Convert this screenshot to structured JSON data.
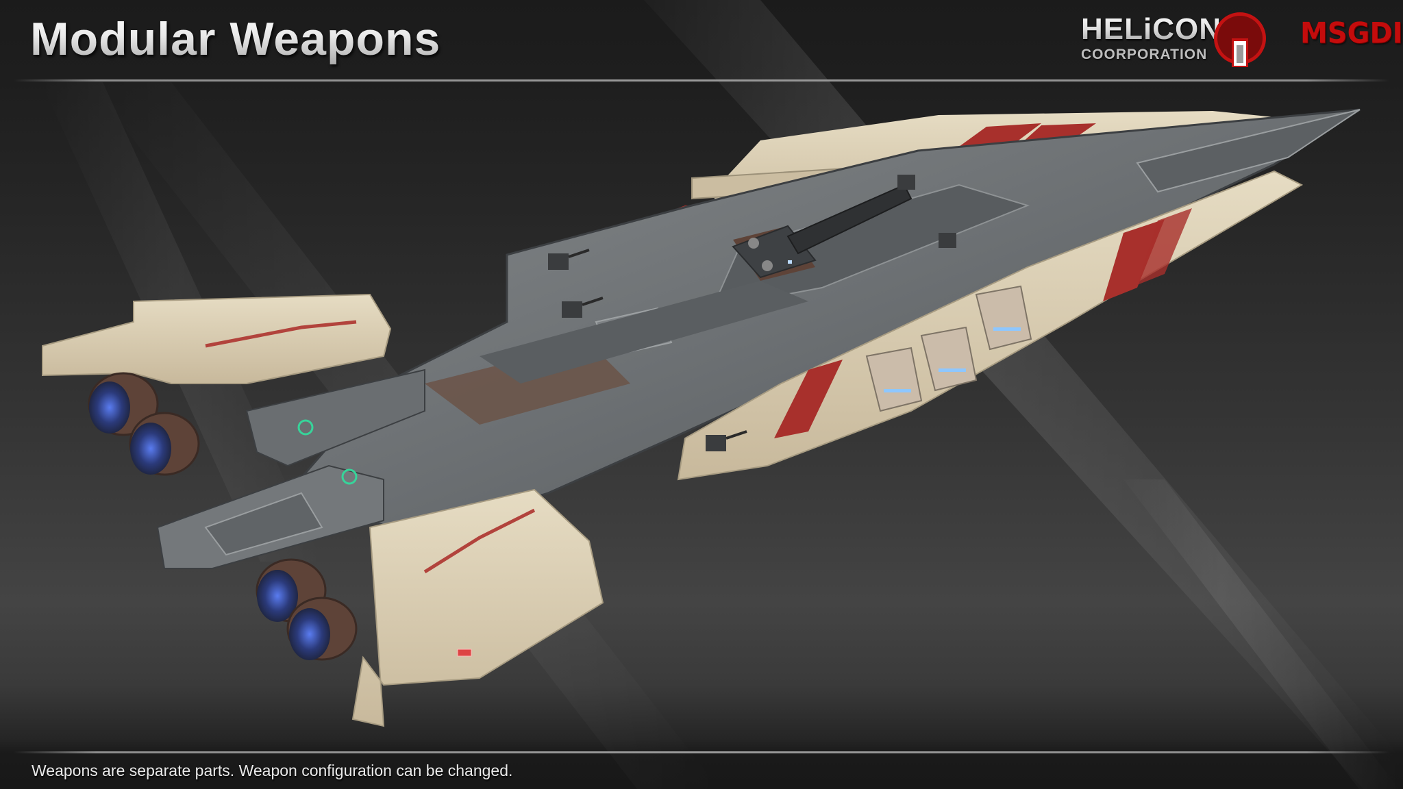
{
  "header": {
    "title": "Modular Weapons"
  },
  "logos": {
    "helicon": {
      "name": "HELiCON",
      "subtitle": "COORPORATION",
      "mark_color": "#c41212",
      "mark_inner_color": "#7a0b0b"
    },
    "msgdi": {
      "name": "MSGDI",
      "color": "#c40c0c"
    }
  },
  "render": {
    "subject": "modular-weapons-spaceship",
    "hull_colors": {
      "armor_grey": "#6f7274",
      "armor_dark": "#4c4f52",
      "cream_panel": "#d9cdb3",
      "red_marking": "#a8302c",
      "rust_brown": "#5e4338",
      "engine_glow": "#3d5cc8",
      "status_light_green": "#37d49a"
    },
    "features": [
      "main-cannon-turret",
      "point-defense-turrets",
      "engine-nozzles",
      "missile-pods"
    ]
  },
  "footer": {
    "caption": "Weapons are separate parts. Weapon configuration can be changed."
  }
}
